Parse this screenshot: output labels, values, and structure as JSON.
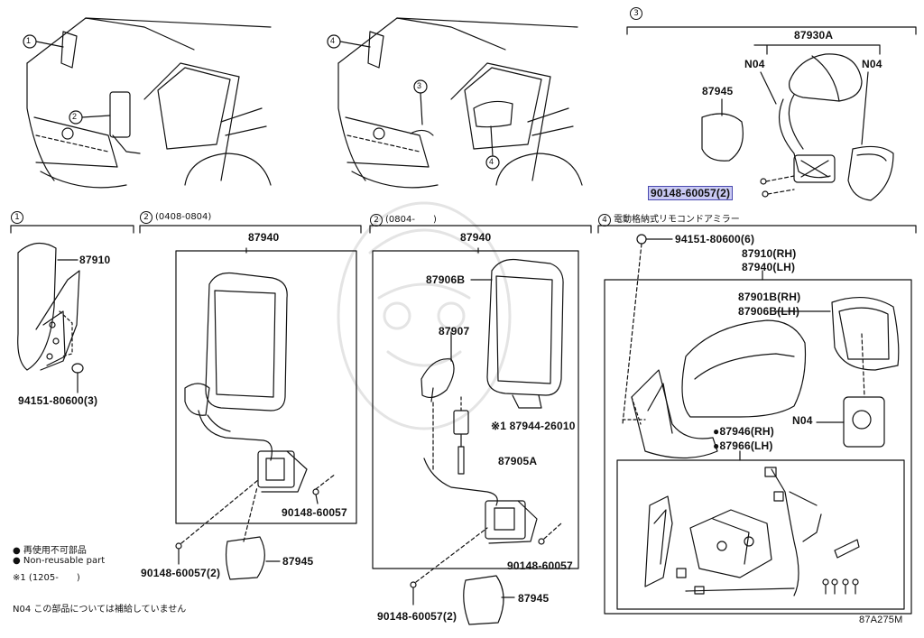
{
  "diagram": {
    "callouts": {
      "c1": "1",
      "c2": "2",
      "c3": "3",
      "c4": "4"
    },
    "section_headers": {
      "s1": {
        "num": "1",
        "text": ""
      },
      "s2a": {
        "num": "2",
        "text": "(0408-0804)"
      },
      "s2b": {
        "num": "2",
        "text": "(0804-　　)"
      },
      "s3": {
        "num": "3",
        "text": ""
      },
      "s4": {
        "num": "4",
        "text": "電動格納式リモコンドアミラー"
      }
    },
    "part_numbers": {
      "p87930A": "87930A",
      "n04_left": "N04",
      "n04_right": "N04",
      "p87945_top": "87945",
      "p90148_hl": "90148-60057(2)",
      "p87910": "87910",
      "p94151_3": "94151-80600(3)",
      "p87940_a": "87940",
      "p90148_a1": "90148-60057",
      "p90148_a2": "90148-60057(2)",
      "p87945_a": "87945",
      "p87940_b": "87940",
      "p87906B": "87906B",
      "p87907": "87907",
      "p87944": "※1 87944-26010",
      "p87905A": "87905A",
      "p90148_b1": "90148-60057",
      "p90148_b2": "90148-60057(2)",
      "p87945_b": "87945",
      "p94151_6": "94151-80600(6)",
      "p87910rh": "87910(RH)",
      "p87940lh": "87940(LH)",
      "p87901Brh": "87901B(RH)",
      "p87906Blh": "87906B(LH)",
      "n04_c": "N04",
      "p87946rh": "●87946(RH)",
      "p87966lh": "●87966(LH)"
    },
    "legend": {
      "line1": "● 再使用不可部品",
      "line2": "● Non-reusable part",
      "line3": "※1 (1205-　　)",
      "note": "N04 この部品については補給していません"
    },
    "figure_code": "87A275M"
  },
  "colors": {
    "line": "#111111",
    "highlight": "#c9c9f2",
    "highlight_border": "#4a4ab0",
    "watermark": "#e6e6e6"
  }
}
